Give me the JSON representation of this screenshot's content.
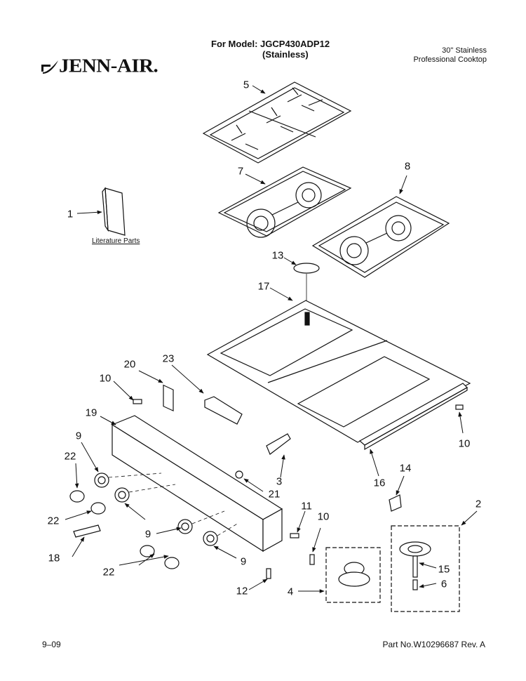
{
  "header": {
    "model_line": "For Model: JGCP430ADP12",
    "finish_line": "(Stainless)",
    "desc_line1": "30\" Stainless",
    "desc_line2": "Professional Cooktop",
    "brand": "JENN-AIR."
  },
  "footer": {
    "date": "9–09",
    "part_no": "Part No.W10296687 Rev. A"
  },
  "literature_label": "Literature Parts",
  "callouts": {
    "c1": "1",
    "c2": "2",
    "c3": "3",
    "c4": "4",
    "c5": "5",
    "c6": "6",
    "c7": "7",
    "c8": "8",
    "c9a": "9",
    "c9b": "9",
    "c9c": "9",
    "c10a": "10",
    "c10b": "10",
    "c10c": "10",
    "c11": "11",
    "c12": "12",
    "c13": "13",
    "c14": "14",
    "c15": "15",
    "c16": "16",
    "c17": "17",
    "c18": "18",
    "c19": "19",
    "c20": "20",
    "c21": "21",
    "c22a": "22",
    "c22b": "22",
    "c22c": "22",
    "c23": "23"
  },
  "colors": {
    "ink": "#111111",
    "paper": "#ffffff",
    "shade": "#cfcfcf"
  }
}
